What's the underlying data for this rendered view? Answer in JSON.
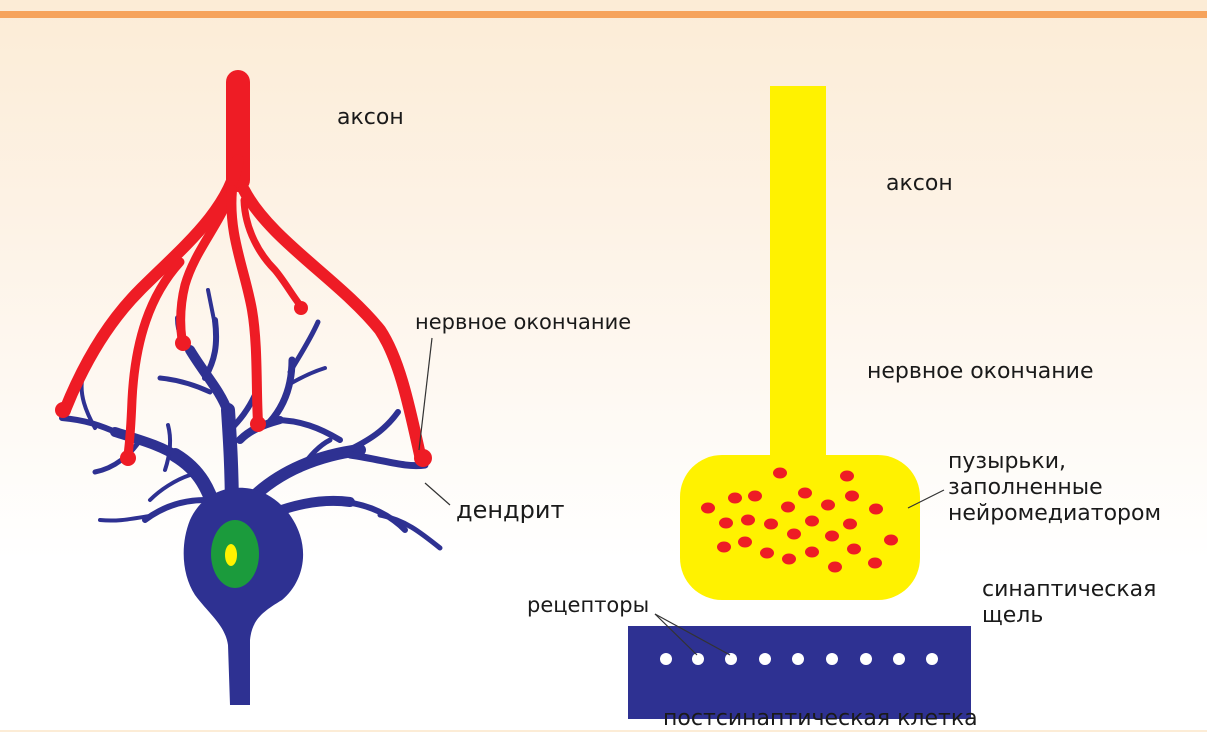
{
  "left_panel": {
    "axon_label": "аксон",
    "nerve_ending_label": "нервное окончание",
    "dendrite_label": "дендрит"
  },
  "right_panel": {
    "axon_label": "аксон",
    "nerve_ending_label": "нервное окончание",
    "vesicles_label_line1": "пузырьки,",
    "vesicles_label_line2": "заполненные",
    "vesicles_label_line3": "нейромедиатором",
    "cleft_label_line1": "синаптическая",
    "cleft_label_line2": "щель",
    "receptors_label": "рецепторы",
    "postsynaptic_label": "постсинаптическая клетка"
  },
  "colors": {
    "axon_red": "#ee1c25",
    "neuron_blue": "#2e3192",
    "nucleus_green": "#1b9b3c",
    "nucleolus_yellow": "#fff200",
    "terminal_yellow": "#fff200",
    "vesicle_red": "#ee1c25",
    "top_bar_orange": "#f6a35c"
  }
}
